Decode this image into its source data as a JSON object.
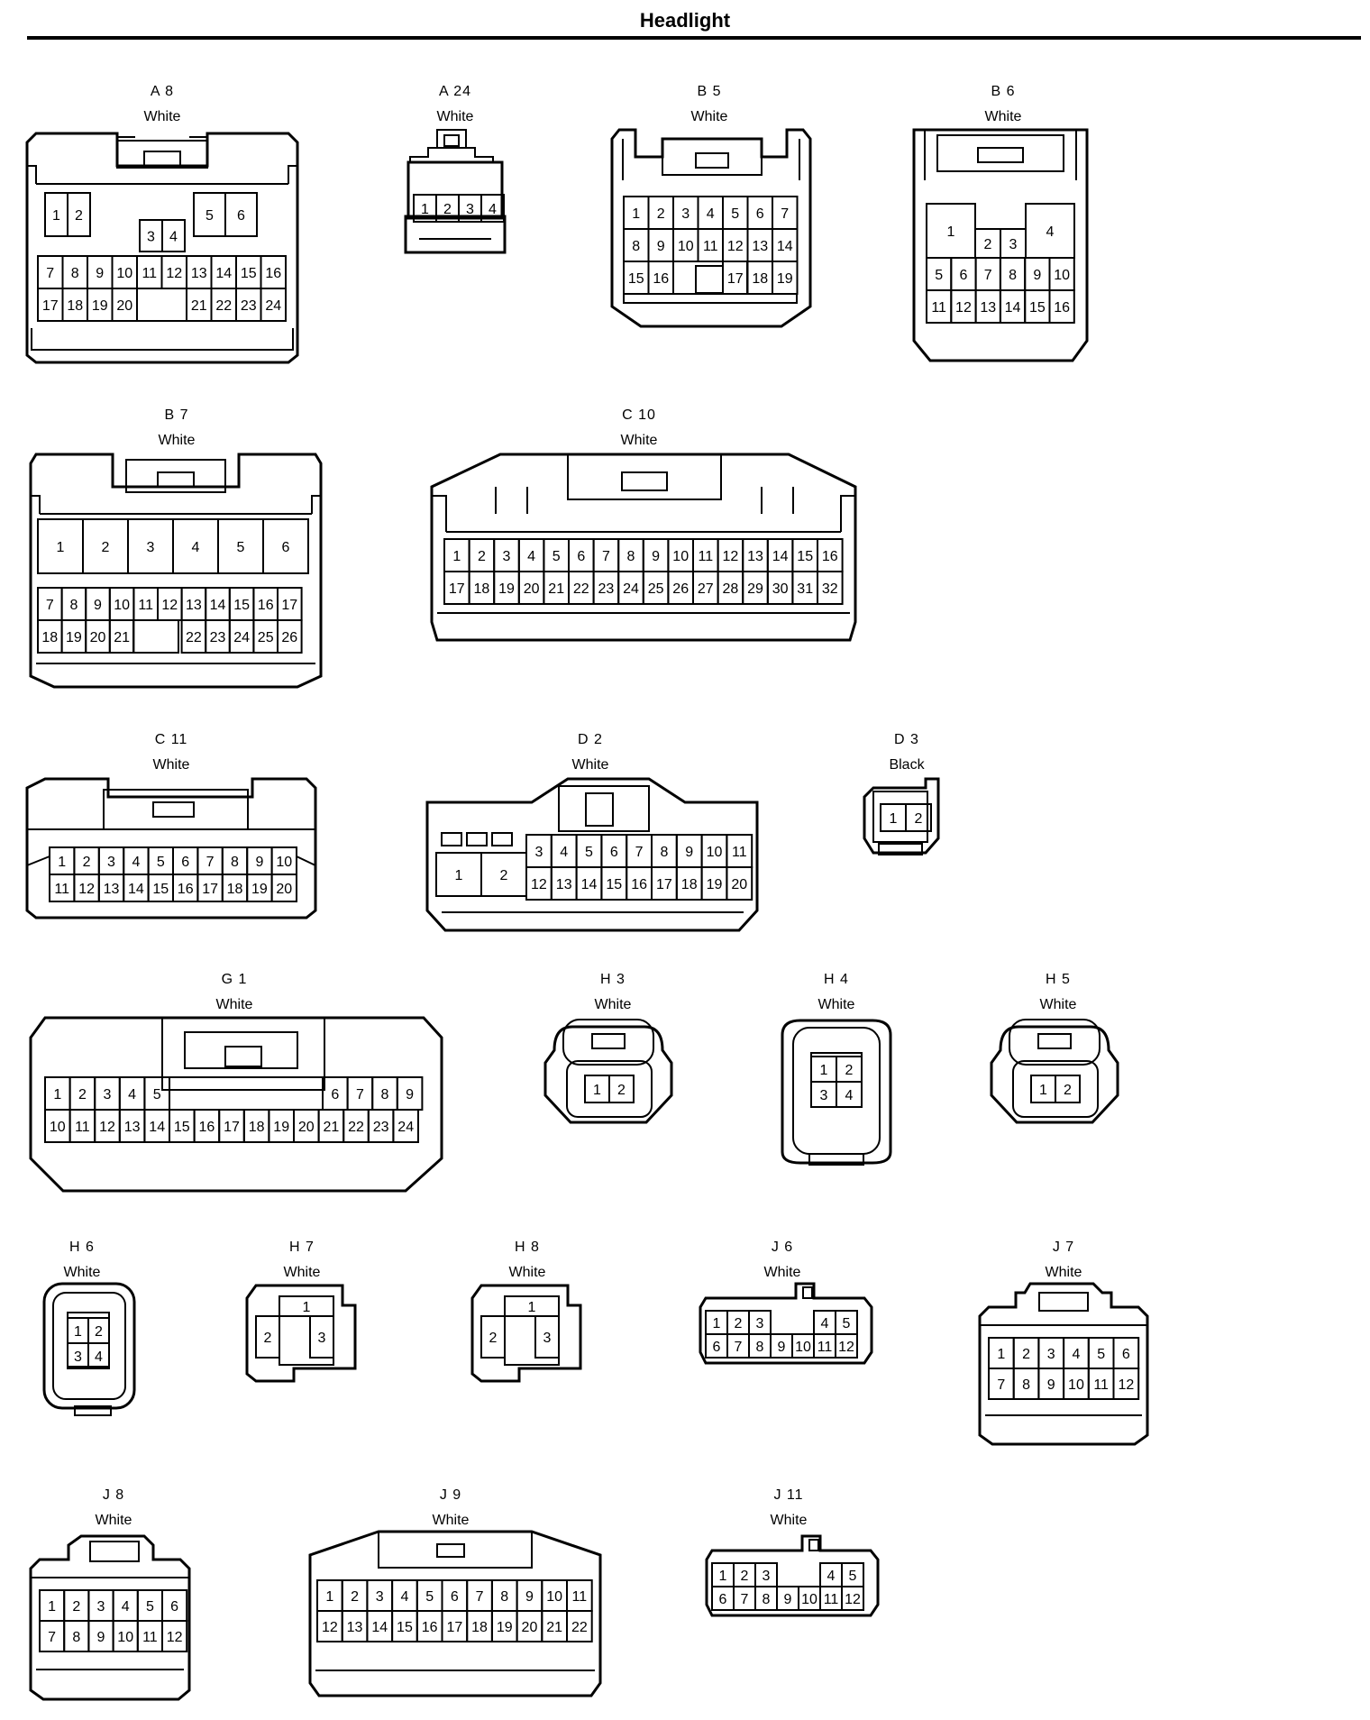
{
  "page": {
    "title": "Headlight"
  },
  "connectors": [
    {
      "code": "A 8",
      "color": "White"
    },
    {
      "code": "A 24",
      "color": "White"
    },
    {
      "code": "B 5",
      "color": "White"
    },
    {
      "code": "B 6",
      "color": "White"
    },
    {
      "code": "B 7",
      "color": "White"
    },
    {
      "code": "C 10",
      "color": "White"
    },
    {
      "code": "C 11",
      "color": "White"
    },
    {
      "code": "D 2",
      "color": "White"
    },
    {
      "code": "D 3",
      "color": "Black"
    },
    {
      "code": "G 1",
      "color": "White"
    },
    {
      "code": "H 3",
      "color": "White"
    },
    {
      "code": "H 4",
      "color": "White"
    },
    {
      "code": "H 5",
      "color": "White"
    },
    {
      "code": "H 6",
      "color": "White"
    },
    {
      "code": "H 7",
      "color": "White"
    },
    {
      "code": "H 8",
      "color": "White"
    },
    {
      "code": "J 6",
      "color": "White"
    },
    {
      "code": "J 7",
      "color": "White"
    },
    {
      "code": "J 8",
      "color": "White"
    },
    {
      "code": "J 9",
      "color": "White"
    },
    {
      "code": "J 11",
      "color": "White"
    }
  ]
}
